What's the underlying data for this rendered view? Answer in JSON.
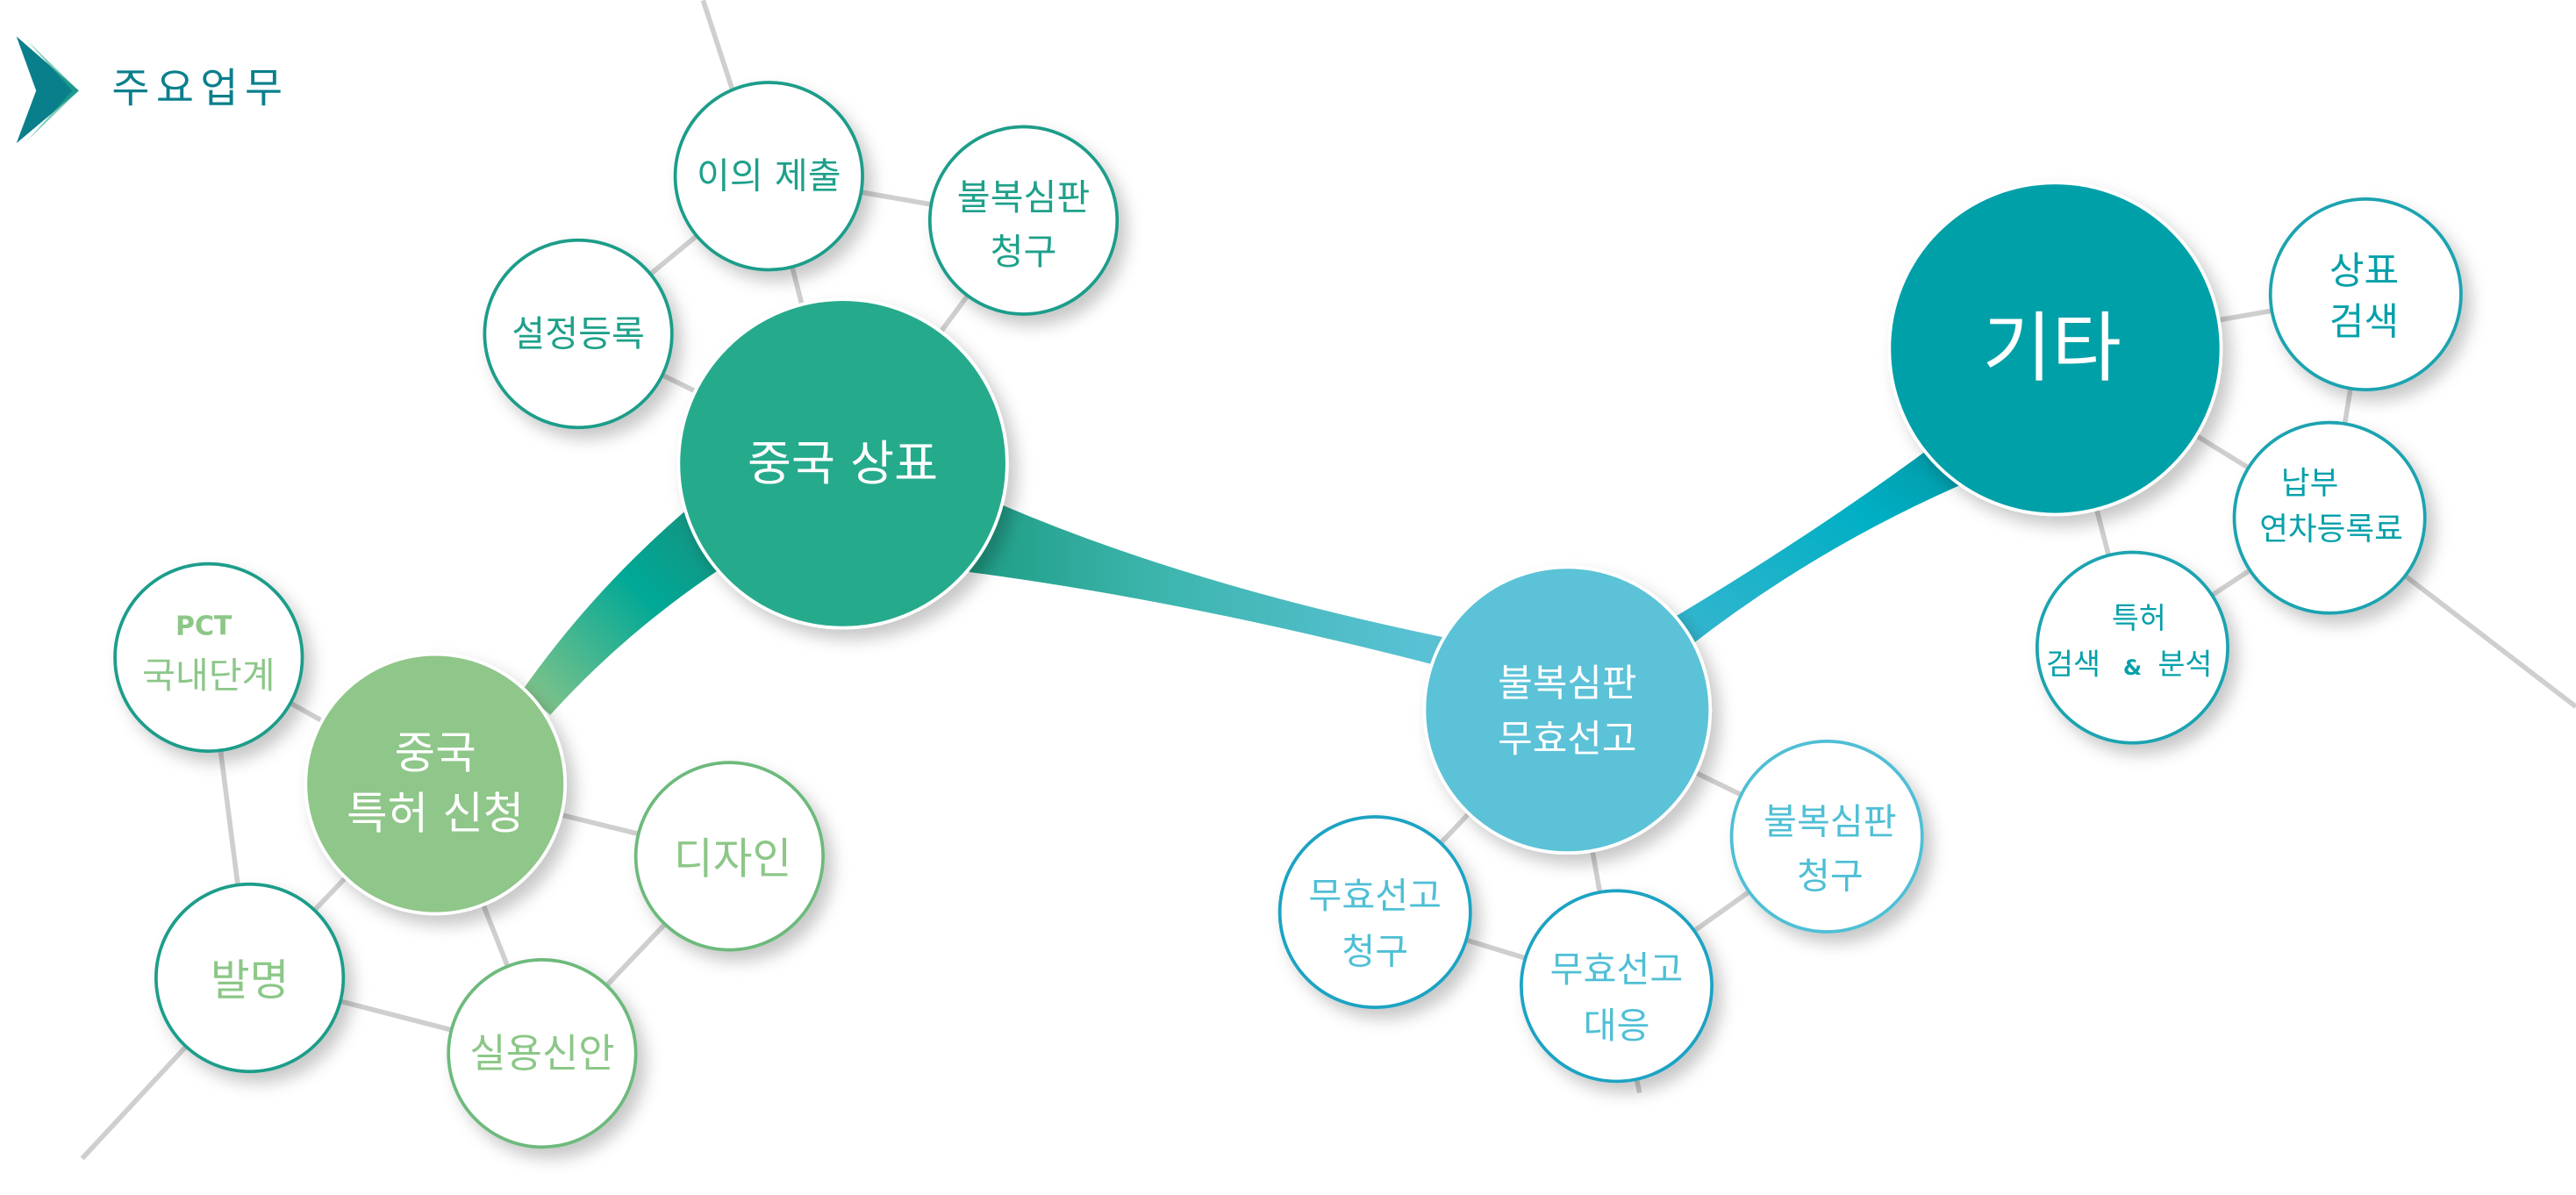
{
  "header": {
    "title": "주요업무",
    "icon": "chevron-right-icon"
  },
  "colors": {
    "trademark": "#26aa8c",
    "patent": "#8fc689",
    "appeal": "#5bc2d7",
    "other": "#02a0a9",
    "title": "#0a7f8c"
  },
  "trademark": {
    "label": "중국 상표",
    "children": [
      "이의 제출",
      "설정등록"
    ],
    "appeal_line1": "불복심판",
    "appeal_line2": "청구"
  },
  "patent": {
    "label_line1": "중국",
    "label_line2": "특허 신청",
    "pct_line1": "PCT",
    "pct_line2": "국내단계",
    "children": [
      "디자인",
      "발명",
      "실용신안"
    ]
  },
  "appeal": {
    "label_line1": "불복심판",
    "label_line2": "무효선고",
    "invalid_request_line1": "무효선고",
    "invalid_request_line2": "청구",
    "invalid_response_line1": "무효선고",
    "invalid_response_line2": "대응",
    "appeal_request_line1": "불복심판",
    "appeal_request_line2": "청구"
  },
  "other": {
    "label": "기타",
    "tm_search_line1": "상표",
    "tm_search_line2": "검색",
    "annuity_line1": "납부",
    "annuity_line2": "연차등록료",
    "patent_search_line1": "특허",
    "patent_search_line2a": "검색",
    "patent_search_amp": "&",
    "patent_search_line2b": "분석"
  }
}
